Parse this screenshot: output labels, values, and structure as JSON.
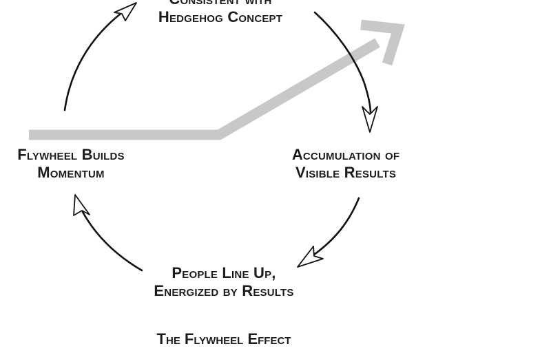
{
  "diagram": {
    "colors": {
      "arrow_stroke": "#111111",
      "arrow_head_fill": "#ffffff",
      "trend_arrow": "#c8c8c8",
      "text": "#1c1c1c"
    },
    "nodes": {
      "top": {
        "line1": "Consistent with",
        "line2": "Hedgehog Concept"
      },
      "left": {
        "line1": "Flywheel Builds",
        "line2": "Momentum"
      },
      "right": {
        "line1": "Accumulation of",
        "line2": "Visible Results"
      },
      "bottom": {
        "line1": "People Line Up,",
        "line2": "Energized by Results"
      }
    },
    "caption": "The Flywheel Effect"
  }
}
